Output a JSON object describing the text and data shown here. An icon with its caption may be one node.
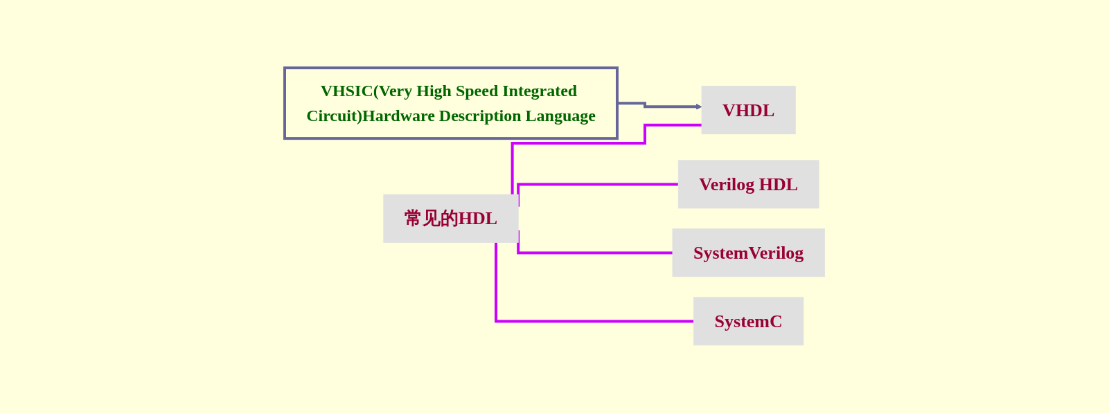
{
  "diagram": {
    "nodes": [
      {
        "text": [
          "常见的HDL"
        ]
      },
      {
        "text": [
          "VHDL"
        ]
      },
      {
        "text": [
          "Verilog HDL"
        ]
      },
      {
        "text": [
          "SystemVerilog"
        ]
      },
      {
        "text": [
          "SystemC"
        ]
      },
      {
        "text": [
          "VHSIC(Very High Speed Integrated Circuit)Hardware Description Language"
        ]
      }
    ],
    "edges": [
      {
        "from": 0,
        "to": 1,
        "arrow": "none"
      },
      {
        "from": 0,
        "to": 2,
        "arrow": "none"
      },
      {
        "from": 0,
        "to": 3,
        "arrow": "none"
      },
      {
        "from": 0,
        "to": 4,
        "arrow": "none"
      },
      {
        "from": 5,
        "to": 1,
        "arrow": "to",
        "color": "#666699"
      }
    ]
  }
}
